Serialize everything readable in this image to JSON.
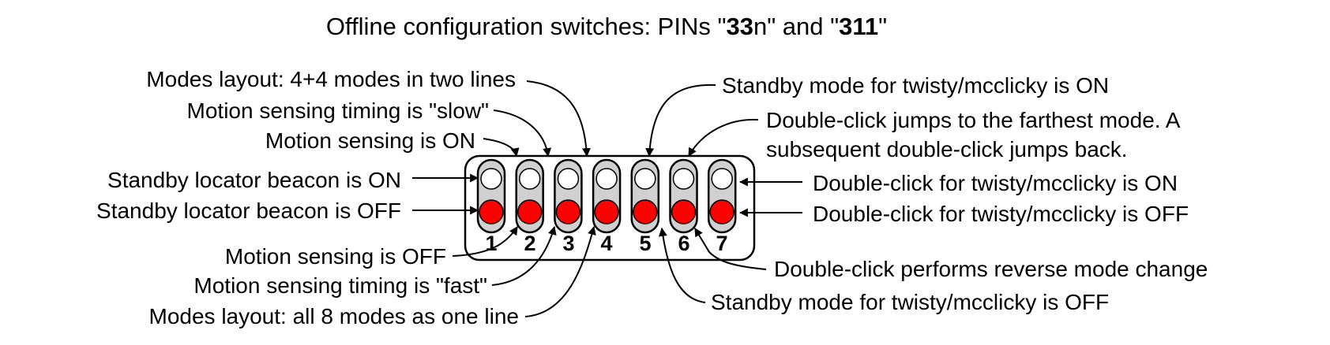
{
  "title": {
    "prefix": "Offline configuration switches: PINs \"",
    "pin1_bold": "33",
    "pin1_rest": "n\" and \"",
    "pin2_bold": "311",
    "suffix": "\""
  },
  "switch_numbers": [
    "1",
    "2",
    "3",
    "4",
    "5",
    "6",
    "7"
  ],
  "colors": {
    "on": "#ffffff",
    "off": "#ff0000",
    "slot": "#d0d0d0",
    "line": "#000000"
  },
  "labels": {
    "left_top": {
      "modes_layout_two_lines": "Modes layout: 4+4 modes in two lines",
      "motion_timing_slow": "Motion sensing timing is \"slow\"",
      "motion_on": "Motion sensing is ON",
      "beacon_on": "Standby locator beacon is ON",
      "beacon_off": "Standby locator beacon is OFF"
    },
    "left_bottom": {
      "motion_off": "Motion sensing is OFF",
      "motion_timing_fast": "Motion sensing timing is \"fast\"",
      "modes_layout_one_line": "Modes layout: all 8 modes as one line"
    },
    "right_top": {
      "standby_twisty_on": "Standby mode for twisty/mcclicky is ON",
      "dclick_farthest_1": "Double-click jumps to the farthest mode. A",
      "dclick_farthest_2": "subsequent double-click jumps back.",
      "dclick_twisty_on": "Double-click for twisty/mcclicky is ON",
      "dclick_twisty_off": "Double-click for twisty/mcclicky is OFF"
    },
    "right_bottom": {
      "dclick_reverse": "Double-click performs reverse mode change",
      "standby_twisty_off": "Standby mode for twisty/mcclicky is OFF"
    }
  }
}
